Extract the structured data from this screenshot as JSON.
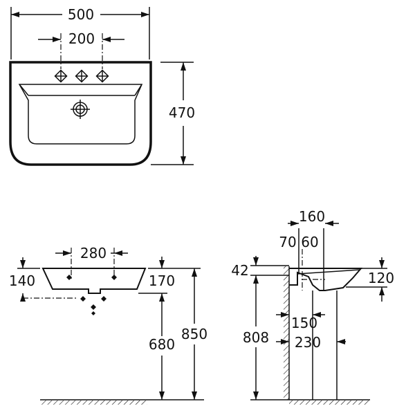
{
  "top_view": {
    "width_dim": "500",
    "tap_spacing_dim": "200",
    "depth_dim": "470"
  },
  "front_view": {
    "top_spacing_dim": "280",
    "left_height_dim": "140",
    "right_height_dim": "170",
    "mount_height_dim": "680",
    "total_height_dim": "850"
  },
  "side_view": {
    "pedestal_width_dim": "160",
    "offset_a_dim": "70",
    "offset_b_dim": "60",
    "rim_dim": "42",
    "depth_dim": "120",
    "floor_to_bowl_dim": "808",
    "drain_offset_a_dim": "150",
    "drain_offset_b_dim": "230"
  }
}
